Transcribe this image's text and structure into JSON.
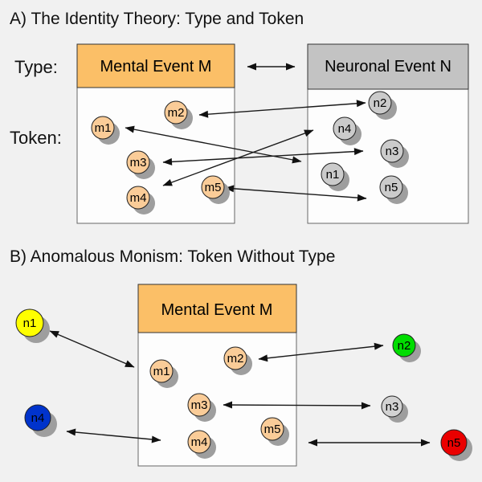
{
  "colors": {
    "mental_header": "#FBBF67",
    "neuronal_header": "#C3C3C3",
    "mental_token": "#FACC98",
    "neuronal_token": "#CBCBCB",
    "token_n1": "#FFFF00",
    "token_n2": "#00DD00",
    "token_n3": "#D2D2D2",
    "token_n4": "#0033CC",
    "token_n5": "#EA0000"
  },
  "section_a": {
    "title": "A) The Identity Theory: Type and Token",
    "type_label": "Type:",
    "token_label": "Token:",
    "mental_box_header": "Mental Event M",
    "neuronal_box_header": "Neuronal Event N",
    "mental_tokens": [
      {
        "label": "m1"
      },
      {
        "label": "m2"
      },
      {
        "label": "m3"
      },
      {
        "label": "m4"
      },
      {
        "label": "m5"
      }
    ],
    "neuronal_tokens": [
      {
        "label": "n1"
      },
      {
        "label": "n2"
      },
      {
        "label": "n3"
      },
      {
        "label": "n4"
      },
      {
        "label": "n5"
      }
    ],
    "type_connection": {
      "from": "Mental Event M",
      "to": "Neuronal Event N",
      "bidirectional": true
    },
    "token_connections": [
      {
        "from": "m1",
        "to": "n1",
        "bidirectional": true
      },
      {
        "from": "m2",
        "to": "n2",
        "bidirectional": true
      },
      {
        "from": "m3",
        "to": "n3",
        "bidirectional": true
      },
      {
        "from": "m4",
        "to": "n4",
        "bidirectional": true
      },
      {
        "from": "m5",
        "to": "n5",
        "bidirectional": true
      }
    ]
  },
  "section_b": {
    "title": "B) Anomalous Monism: Token Without Type",
    "mental_box_header": "Mental Event M",
    "mental_tokens": [
      {
        "label": "m1"
      },
      {
        "label": "m2"
      },
      {
        "label": "m3"
      },
      {
        "label": "m4"
      },
      {
        "label": "m5"
      }
    ],
    "neuronal_tokens": [
      {
        "label": "n1",
        "color_name": "yellow"
      },
      {
        "label": "n2",
        "color_name": "green"
      },
      {
        "label": "n3",
        "color_name": "gray"
      },
      {
        "label": "n4",
        "color_name": "blue"
      },
      {
        "label": "n5",
        "color_name": "red"
      }
    ],
    "token_connections": [
      {
        "from": "n1",
        "to": "m1",
        "bidirectional": true
      },
      {
        "from": "m2",
        "to": "n2",
        "bidirectional": true
      },
      {
        "from": "m3",
        "to": "n3",
        "bidirectional": true
      },
      {
        "from": "n4",
        "to": "m4",
        "bidirectional": true
      },
      {
        "from": "m5",
        "to": "n5",
        "bidirectional": true
      }
    ]
  }
}
